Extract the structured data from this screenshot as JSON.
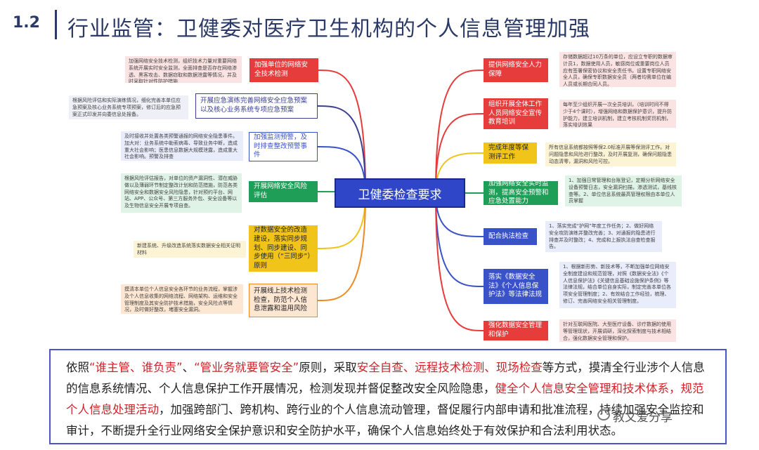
{
  "header": {
    "section_number": "1.2",
    "title": "行业监管：卫健委对医疗卫生机构的个人信息管理加强"
  },
  "center_node": "卫健委检查要求",
  "left_branches": [
    {
      "label": "加强单位的网络安全技术检测",
      "color": "#e63c3c",
      "note": "加强网络安全技术检测，组织技术力量对重要网络系统开展实时安全监测，全面排查是否存在网络渗透、黑客攻击、数据窃取和数据泄露等情况，并及时采取针对性防护措施"
    },
    {
      "label": "开展应急演练完善网络安全应急预案以及核心业务系统专项应急预案",
      "color": "#3a3f8f",
      "note": "根据风险评估和实际演练情况，细化完善本单位应急预案及核心业务系统专项预案，修订后的应急预案正式印发并向委信息处报备。"
    },
    {
      "label": "加强监测预警，及时排查整改预警事件",
      "color": "#3a52c8",
      "note": "及时接收并处置各类预警通报的网络安全隐患事件。加大对：业务系统中勒索病毒、导致业务中断，造成重大社会影响；医患信息数据大规模泄露，造成重大社会影响。预警及排查"
    },
    {
      "label": "开展网络安全风险评估",
      "color": "#1e9e56",
      "note": "根据风险评估报告，对单位的资产漏洞性、潜在威胁做以及薄弱环节制定整改计划和防范措施，防范各类网络安全和数据安全风险隐患，针对预约平台、网站、APP、公众号、第三方服务外包、安全设备等以及生物信息安全开展专项自查。"
    },
    {
      "label": "对数据安全的改造建设，落实同步规划、同步建设、同步使用（“三同步”）原则",
      "color": "#f0c419",
      "note": "新建系统、升级改造系统落实数据安全相关证明材料"
    },
    {
      "label": "开展线上技术检测检查，防范个人信息泄露和滥用风险",
      "color": "#f08a24",
      "note": "摸清本单位个人信息安全各环节的业务流程，掌握涉及个人信息收集的网络流程、网络架构、运维和安全管理制度及其安全防护技术措施，安全风险点等情况，及时做好整改，堵塞安全漏洞。"
    }
  ],
  "right_branches": [
    {
      "label": "提供网络安全人力保障",
      "color": "#e63c3c",
      "note": "存储数据超过10万条的单位，应设立专职的数据审计员1，数据使用人员，敏感岗位或重要岗位人员应有签署保密协议和安全责任书。设置专职网络安全人员，确保专职数据安全员（两者均需单位在编人员或长期合同人员。"
    },
    {
      "label": "组织开展全体工作人员网络安全宣传教育培训",
      "color": "#e63c3c",
      "note": "每年至少组织开展一次全员培训，（培训时间不得少于4个课时），增强网络和数据保护意识，提升防护能力，建立培训机制，建立考核机制奖罚机制，落实培训效果"
    },
    {
      "label": "完成年度等保测评工作",
      "color": "#f0c419",
      "note": "所有信息系统都按照等保2.0标准开展等保测评工作。对问题隐患和风险进行整改，及时开展复测，确保问题隐患动态清零，漏洞和风险可控。"
    },
    {
      "label": "加强网络安全实时监测，提高安全预警和应急处置能力",
      "color": "#1e9e56",
      "note": "1、加强日常管理和台账登记，定期分析网络安全设备预警日志，安全漏洞扫描，渗透测试，基线核查等。2、单位信息系统最高管理权限由本单位人员掌握"
    },
    {
      "label": "配合执法检查",
      "color": "#3a52c8",
      "note": "1、落实完成“护网”年度工作任务；2、做好网络安全攻防演练并整改完善；3、对通报的隐患进行排查并及时整改；4、完成和上报执法自查检查报告。"
    },
    {
      "label": "落实《数据安全法》《个人信息保护法》等法律法规",
      "color": "#3a52c8",
      "note": "1、根据新形势、新技术等，不断加强单位网络安全制度建设和规范管理，对照《数据安全法》《个人信息保护法》《关键信息基础设施保护条例》等法律法规，结合单位自身实际，制定完善本单位各项安全管理制度；2、有效结合工作经验，梳理、修订、完善网络安全相关管理制度。"
    },
    {
      "label": "强化数据安全管理和保护",
      "color": "#e63c3c",
      "note": "针对互联网医院、大型医疗设备、诊疗数据的使用等管理现状，开展调研，深化探索制度与技术相结合，强化数据安全管理和保护。"
    }
  ],
  "summary": {
    "segments": [
      {
        "text": "依照",
        "red": false
      },
      {
        "text": "“谁主管、谁负责”",
        "red": true
      },
      {
        "text": "、",
        "red": false
      },
      {
        "text": "“管业务就要管安全”",
        "red": true
      },
      {
        "text": "原则，采取",
        "red": false
      },
      {
        "text": "安全自查、远程技术检测、现场检查",
        "red": true
      },
      {
        "text": "等方式，摸清全行业涉个人信息的信息系统情况、个人信息保护工作开展情况，检测发现并督促整改安全风险隐患，",
        "red": false
      },
      {
        "text": "健全个人信息安全管理和技术体系，规范个人信息处理活动",
        "red": true
      },
      {
        "text": "，加强跨部门、跨机构、跨行业的个人信息流动管理，督促履行内部申请和批准流程，持续加强安全监控和审计，不断提升全行业网络安全保护意识和安全防护水平，确保个人信息始终处于有效保护和合法利用状态。",
        "red": false
      }
    ]
  },
  "watermark": "教文爱分享"
}
